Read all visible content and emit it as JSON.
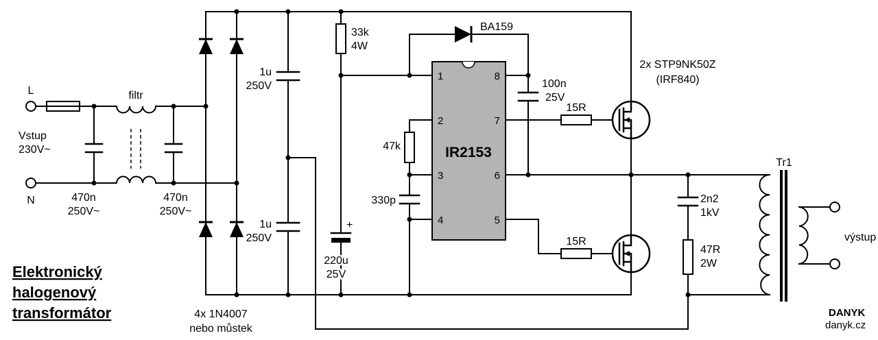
{
  "colors": {
    "background": "#ffffff",
    "line": "#000000",
    "ic_fill": "#b4b4b4",
    "credit_red": "#d40000"
  },
  "title": {
    "line1": "Elektronický",
    "line2": "halogenový",
    "line3": "transformátor"
  },
  "input": {
    "terminal_l": "L",
    "terminal_n": "N",
    "source_line1": "Vstup",
    "source_line2": "230V~",
    "filter_label": "filtr",
    "cap1_value": "470n",
    "cap1_voltage": "250V~",
    "cap2_value": "470n",
    "cap2_voltage": "250V~"
  },
  "rectifier": {
    "label_line1": "4x 1N4007",
    "label_line2": "nebo můstek"
  },
  "bus_divider": {
    "cap_top_value": "1u",
    "cap_top_voltage": "250V",
    "cap_bottom_value": "1u",
    "cap_bottom_voltage": "250V"
  },
  "vcc_supply": {
    "resistor_value": "33k",
    "resistor_power": "4W",
    "plus_sign": "+",
    "cap_value": "220u",
    "cap_voltage": "25V"
  },
  "ic": {
    "part": "IR2153",
    "pin1": "1",
    "pin2": "2",
    "pin3": "3",
    "pin4": "4",
    "pin5": "5",
    "pin6": "6",
    "pin7": "7",
    "pin8": "8",
    "rt_resistor": "47k",
    "ct_cap": "330p"
  },
  "bootstrap": {
    "diode": "BA159",
    "cap_value": "100n",
    "cap_voltage": "25V"
  },
  "gate_drive": {
    "resistor_top": "15R",
    "resistor_bottom": "15R"
  },
  "mosfets": {
    "label_line1": "2x STP9NK50Z",
    "label_line2": "(IRF840)"
  },
  "snubber": {
    "cap_value": "2n2",
    "cap_voltage": "1kV",
    "resistor_value": "47R",
    "resistor_power": "2W"
  },
  "transformer": {
    "name": "Tr1",
    "output_label": "výstup"
  },
  "credit": {
    "line1": "DANYK",
    "line2": "danyk.cz"
  }
}
